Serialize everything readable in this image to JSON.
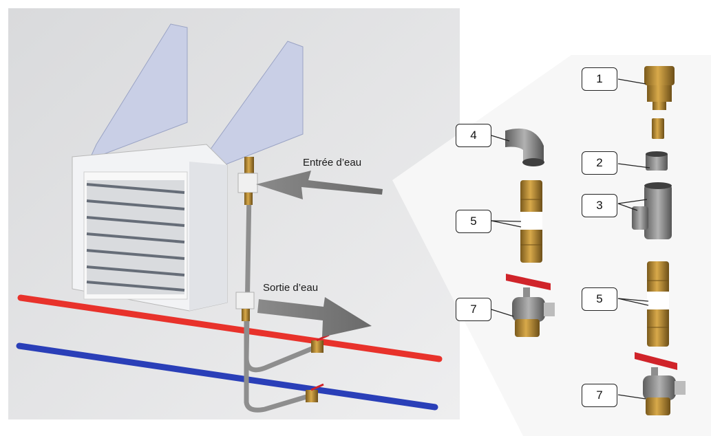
{
  "flow_labels": {
    "inlet": "Entrée d’eau",
    "outlet": "Sortie d’eau"
  },
  "callouts": {
    "c1": "1",
    "c2": "2",
    "c3": "3",
    "c4": "4",
    "c5a": "5",
    "c5b": "5",
    "c7a": "7",
    "c7b": "7"
  },
  "colors": {
    "hot_pipe": "#e8322b",
    "cold_pipe": "#2a3fb8",
    "brass": "#b98a2e",
    "valve_handle": "#d0242a",
    "steel": "#8e8e8e",
    "bracket": "#c9cfe6"
  }
}
